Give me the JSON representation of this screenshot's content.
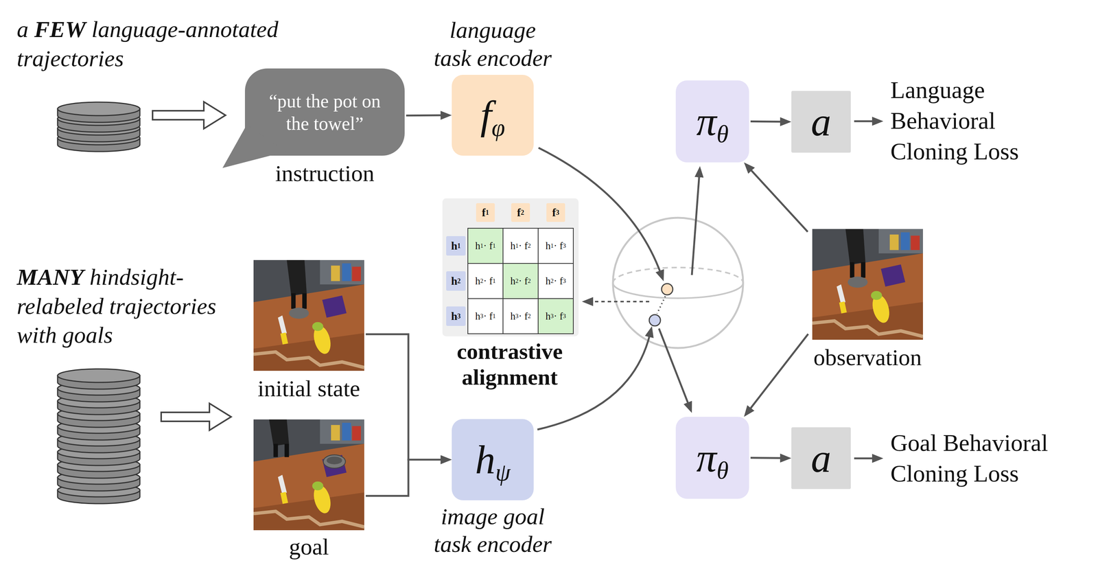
{
  "diagram": {
    "nodes": [
      {
        "text": [
          "“put the pot on the towel”",
          "instruction"
        ]
      },
      {
        "text": [
          "language task encoder",
          "fφ"
        ]
      },
      {
        "text": [
          "initial state"
        ]
      },
      {
        "text": [
          "goal"
        ]
      },
      {
        "text": [
          "hψ",
          "image goal task encoder"
        ]
      },
      {
        "text": [
          "πθ"
        ]
      },
      {
        "text": [
          "a"
        ]
      },
      {
        "text": [
          "observation"
        ]
      },
      {
        "text": [
          "πθ"
        ]
      },
      {
        "text": [
          "a"
        ]
      }
    ],
    "edges": [
      {
        "from": 0,
        "to": 1,
        "arrow": "to"
      },
      {
        "from": 2,
        "to": 4,
        "arrow": "to"
      },
      {
        "from": 3,
        "to": 4,
        "arrow": "to"
      },
      {
        "from": 5,
        "to": 6,
        "arrow": "to"
      },
      {
        "from": 7,
        "to": 5,
        "arrow": "to"
      },
      {
        "from": 7,
        "to": 8,
        "arrow": "to"
      },
      {
        "from": 8,
        "to": 9,
        "arrow": "to"
      }
    ],
    "labels": [
      "a FEW language-annotated trajectories",
      "MANY hindsight-relabeled trajectories with goals",
      "f1",
      "f2",
      "f3",
      "h1",
      "h1 · f1",
      "h1 · f2",
      "h1 · f3",
      "h2",
      "h2 · f1",
      "h2 · f2",
      "h2 · f3",
      "h3",
      "h3 · f1",
      "h3 · f2",
      "h3 · f3",
      "contrastive alignment",
      "Language Behavioral Cloning Loss",
      "Goal Behavioral Cloning Loss"
    ]
  }
}
